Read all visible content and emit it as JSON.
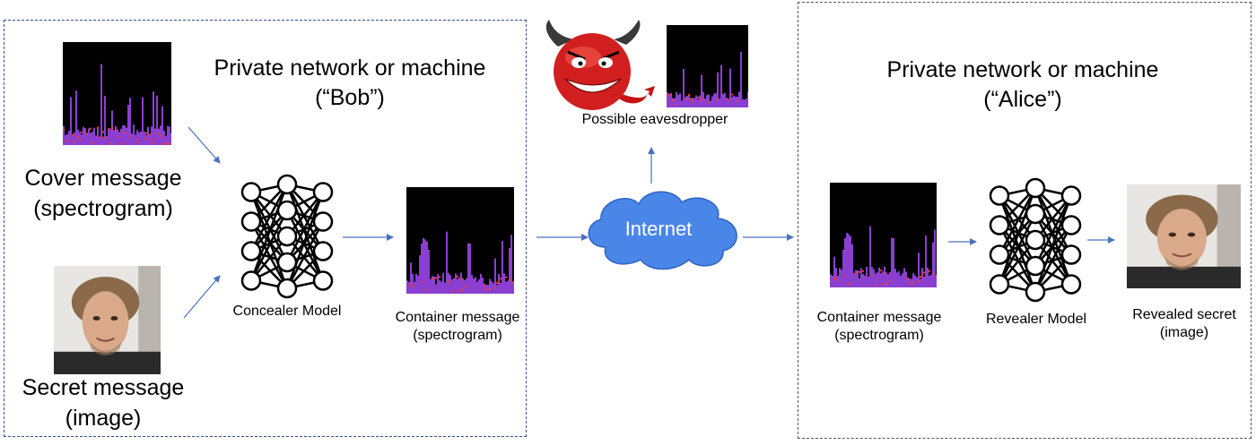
{
  "bob": {
    "title_line1": "Private network or machine",
    "title_line2": "(“Bob”)",
    "cover_line1": "Cover message",
    "cover_line2": "(spectrogram)",
    "secret_line1": "Secret message",
    "secret_line2": "(image)",
    "concealer": "Concealer Model",
    "container_line1": "Container message",
    "container_line2": "(spectrogram)"
  },
  "middle": {
    "eavesdropper": "Possible eavesdropper",
    "internet": "Internet"
  },
  "alice": {
    "title_line1": "Private network or machine",
    "title_line2": "(“Alice”)",
    "container_line1": "Container message",
    "container_line2": "(spectrogram)",
    "revealer": "Revealer Model",
    "revealed_line1": "Revealed secret",
    "revealed_line2": "(image)"
  },
  "colors": {
    "arrow": "#4a72c0",
    "cloud": "#4a86e8",
    "cloud_stroke": "#2f63c4",
    "devil": "#d11f1f",
    "spectrogram_bg": "#000000",
    "spectrogram_fill": "#8a3fd1",
    "spectrogram_hot": "#ff3b1f"
  }
}
